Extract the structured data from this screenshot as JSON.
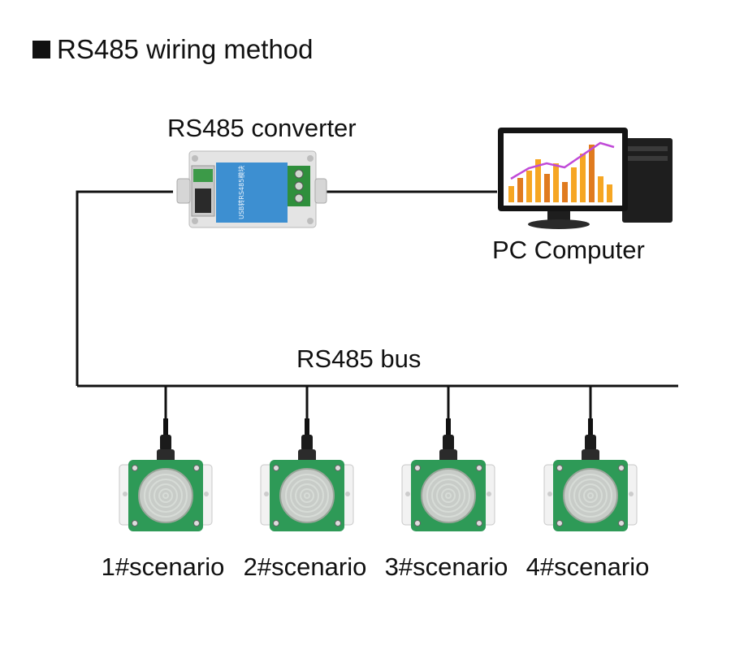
{
  "title": "RS485 wiring method",
  "converter": {
    "label": "RS485 converter",
    "sticker_text": "USB转RS485模块"
  },
  "computer": {
    "label": "PC Computer"
  },
  "bus": {
    "label": "RS485 bus"
  },
  "sensors": [
    {
      "label": "1#scenario"
    },
    {
      "label": "2#scenario"
    },
    {
      "label": "3#scenario"
    },
    {
      "label": "4#scenario"
    }
  ],
  "colors": {
    "line": "#111111",
    "pcb": "#2e9a57",
    "converter_body": "#dcdcdc",
    "sticker": "#3d8fd1",
    "terminal": "#2f8f3c"
  }
}
